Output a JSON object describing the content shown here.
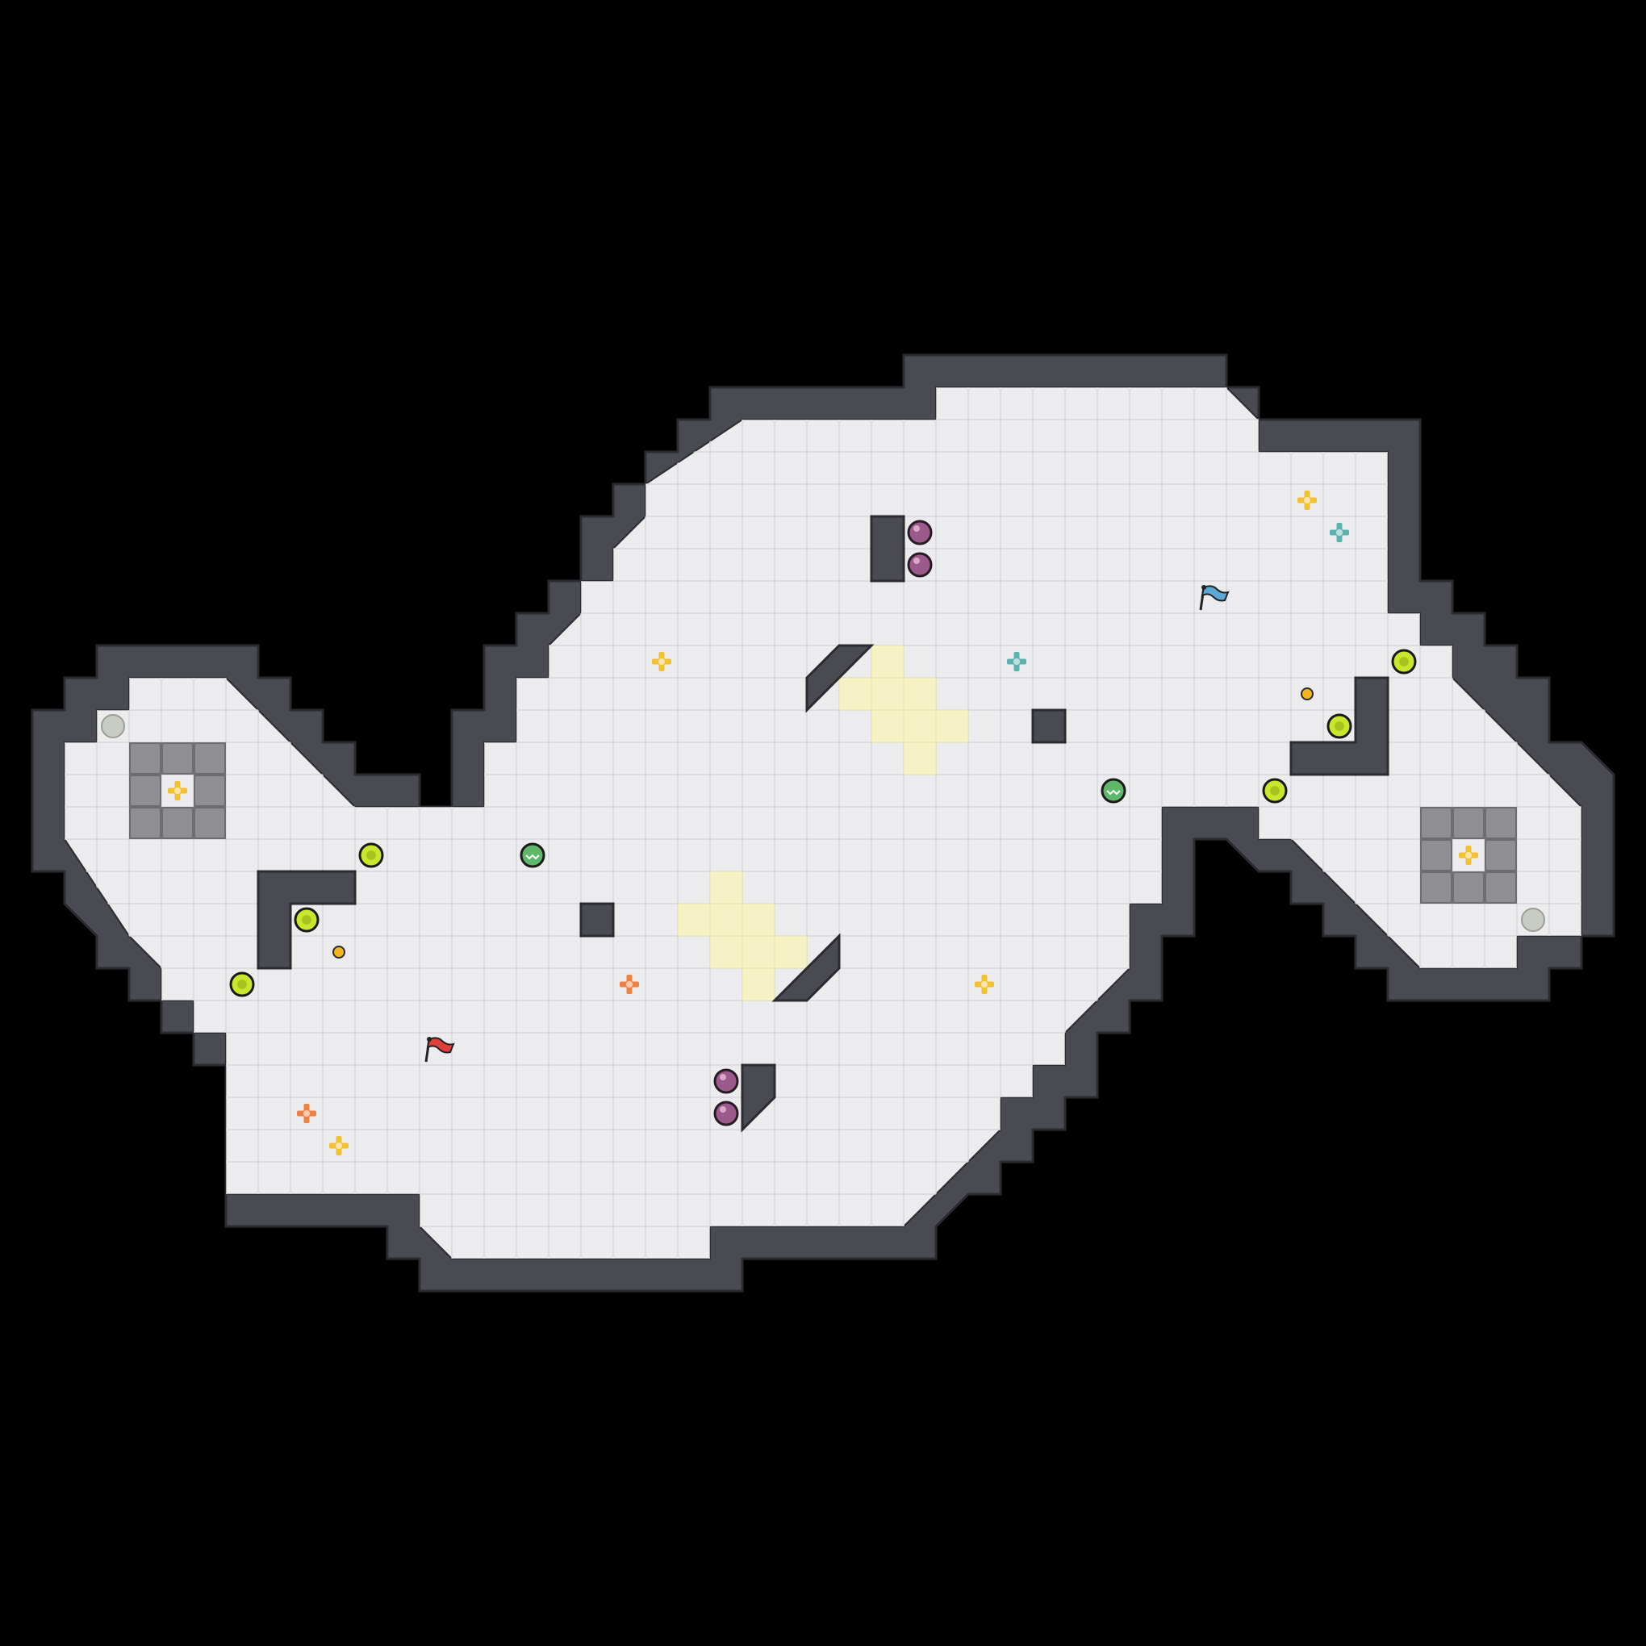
{
  "map": {
    "title": "",
    "grid_cols": 51,
    "grid_rows": 51,
    "colors": {
      "background": "#000000",
      "floor": "#ececee",
      "floor_grid": "#d7d7db",
      "wall": "#4a4a52",
      "wall_edge": "#2b2b31",
      "ramp_zone": "#f5f2c6",
      "base_grate": "#8f8f93",
      "flag_red": "#e0403a",
      "flag_blue": "#5aa8d6",
      "health_ring": "#1a1a1a",
      "health_fill": "#c7e62c",
      "potion": "#9a5a8a",
      "spawn_orange": "#f08040",
      "spawn_yellow": "#f2c030",
      "spawn_teal": "#5ab4b0",
      "teleporter": "#c8ccc4",
      "speed_green": "#5fb86a"
    }
  },
  "pickups": {
    "flags": [
      {
        "team": "red",
        "icon": "flag-icon",
        "cell": [
          13,
          32
        ]
      },
      {
        "team": "blue",
        "icon": "flag-icon",
        "cell": [
          37,
          18
        ]
      }
    ],
    "health": [
      {
        "cell": [
          11,
          26
        ]
      },
      {
        "cell": [
          9,
          28
        ]
      },
      {
        "cell": [
          7,
          30
        ]
      },
      {
        "cell": [
          43,
          20
        ]
      },
      {
        "cell": [
          41,
          22
        ]
      },
      {
        "cell": [
          39,
          24
        ]
      }
    ],
    "potions": [
      {
        "cell": [
          28,
          16
        ]
      },
      {
        "cell": [
          28,
          17
        ]
      },
      {
        "cell": [
          22,
          33
        ]
      },
      {
        "cell": [
          22,
          34
        ]
      }
    ],
    "speed": [
      {
        "cell": [
          16,
          26
        ]
      },
      {
        "cell": [
          34,
          24
        ]
      }
    ],
    "coins": [
      {
        "cell": [
          10,
          29
        ]
      },
      {
        "cell": [
          40,
          21
        ]
      }
    ],
    "teleporters": [
      {
        "cell": [
          3,
          22
        ]
      },
      {
        "cell": [
          47,
          28
        ]
      }
    ],
    "spawns": [
      {
        "color": "orange",
        "cell": [
          19,
          30
        ]
      },
      {
        "color": "orange",
        "cell": [
          9,
          34
        ]
      },
      {
        "color": "yellow",
        "cell": [
          10,
          35
        ]
      },
      {
        "color": "yellow",
        "cell": [
          20,
          20
        ]
      },
      {
        "color": "yellow",
        "cell": [
          30,
          30
        ]
      },
      {
        "color": "yellow",
        "cell": [
          40,
          15
        ]
      },
      {
        "color": "yellow",
        "cell": [
          5,
          24
        ]
      },
      {
        "color": "yellow",
        "cell": [
          45,
          26
        ]
      },
      {
        "color": "teal",
        "cell": [
          31,
          20
        ]
      },
      {
        "color": "teal",
        "cell": [
          41,
          16
        ]
      }
    ]
  }
}
